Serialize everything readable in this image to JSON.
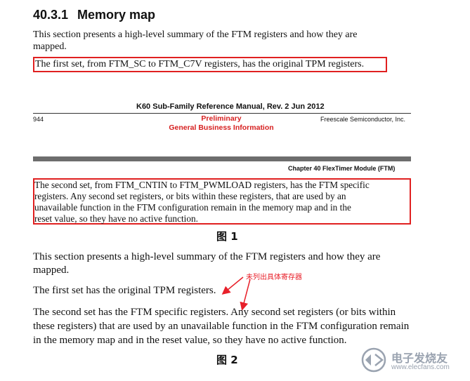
{
  "top_page": {
    "section_number": "40.3.1",
    "section_title": "Memory map",
    "intro_line1": "This section presents a high-level summary of the FTM registers and how they are",
    "intro_line2": "mapped.",
    "boxed_first_set": "The first set, from FTM_SC to FTM_C7V registers, has the original TPM registers.",
    "footer_manual": "K60 Sub-Family Reference Manual, Rev. 2 Jun 2012",
    "page_number": "944",
    "preliminary": "Preliminary",
    "business_info": "General Business Information",
    "company": "Freescale Semiconductor, Inc.",
    "chapter_header": "Chapter 40 FlexTimer Module (FTM)",
    "boxed_second_set_lines": [
      "The second set, from FTM_CNTIN to FTM_PWMLOAD registers, has the FTM specific",
      "registers. Any second set registers, or bits within these registers, that are used by an",
      "unavailable function in the FTM configuration remain in the memory map and in the",
      "reset value, so they have no active function."
    ]
  },
  "figure1_label": "图 1",
  "bottom_page": {
    "intro_line1": "This section presents a high-level summary of the FTM registers and how they are",
    "intro_line2": "mapped.",
    "first_set": "The first set has the original TPM registers.",
    "second_set_lines": [
      "The second set has the FTM specific registers. Any second set registers (or bits within",
      "these registers) that are used by an unavailable function in the FTM configuration remain",
      "in the memory map and in the reset value, so they have no active function."
    ],
    "annotation": "未列出具体寄存器"
  },
  "figure2_label": "图 2",
  "watermark": {
    "brand": "电子发烧友",
    "url": "www.elecfans.com"
  },
  "colors": {
    "highlight_box": "#e02020",
    "annotation_red": "#e8202a",
    "header_bar": "#6d6d6d",
    "watermark": "#9aa3b0"
  }
}
